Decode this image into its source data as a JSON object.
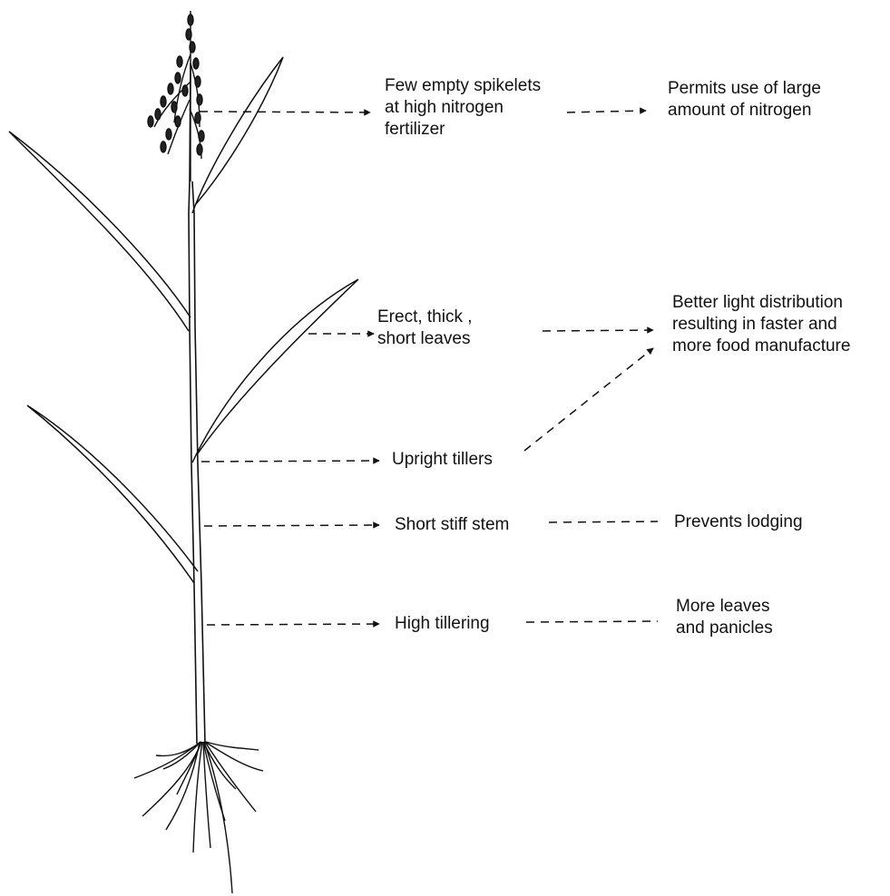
{
  "colors": {
    "ink": "#111111",
    "background": "#ffffff"
  },
  "plant_traits": [
    {
      "id": "spikelets",
      "lines": [
        "Few empty spikelets",
        "at high nitrogen",
        "fertilizer"
      ]
    },
    {
      "id": "leaves",
      "lines": [
        "Erect, thick ,",
        "short leaves"
      ]
    },
    {
      "id": "tillers",
      "lines": [
        "Upright tillers"
      ]
    },
    {
      "id": "stem",
      "lines": [
        "Short stiff stem"
      ]
    },
    {
      "id": "tillering",
      "lines": [
        "High tillering"
      ]
    }
  ],
  "effects": [
    {
      "id": "nitrogen",
      "lines": [
        "Permits use of large",
        "amount of nitrogen"
      ]
    },
    {
      "id": "light",
      "lines": [
        "Better light distribution",
        "resulting in faster and",
        "more food manufacture"
      ]
    },
    {
      "id": "lodging",
      "lines": [
        "Prevents lodging"
      ]
    },
    {
      "id": "panicles",
      "lines": [
        "More leaves",
        "and panicles"
      ]
    }
  ]
}
